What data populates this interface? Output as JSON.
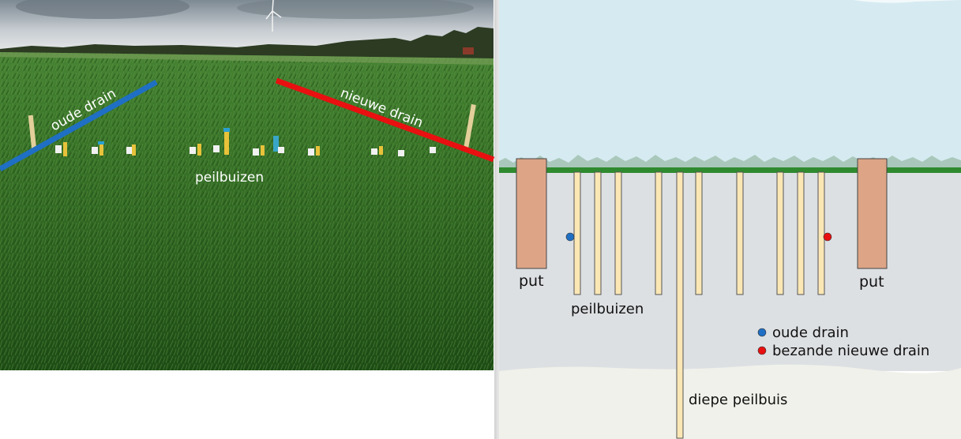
{
  "photo": {
    "old_drain_label": "oude drain",
    "new_drain_label": "nieuwe drain",
    "tubes_label": "peilbuizen",
    "old_drain_color": "#1f6fc4",
    "new_drain_color": "#e81010"
  },
  "diagram": {
    "left_well_label": "put",
    "right_well_label": "put",
    "tubes_label": "peilbuizen",
    "deep_tube_label": "diepe peilbuis",
    "legend": [
      {
        "label": "oude drain",
        "color": "#1f6fc4"
      },
      {
        "label": "bezande nieuwe drain",
        "color": "#e81010"
      }
    ],
    "colors": {
      "sky": "#d6ebf1",
      "grass": "#2f8a2f",
      "soil": "#dde0e3",
      "subsoil": "#f0f1ea",
      "well": "#dda586",
      "tube": "#fbe7b4"
    }
  }
}
